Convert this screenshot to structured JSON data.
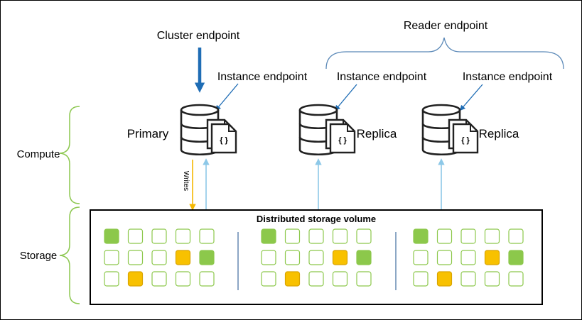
{
  "labels": {
    "cluster_endpoint": "Cluster endpoint",
    "reader_endpoint": "Reader endpoint",
    "instance_endpoint": "Instance endpoint",
    "primary": "Primary",
    "replica": "Replica",
    "writes": "Writes",
    "compute": "Compute",
    "storage": "Storage",
    "storage_volume": "Distributed storage volume",
    "doc_glyph": "{ }"
  },
  "instances": [
    {
      "role": "primary",
      "label": "Primary"
    },
    {
      "role": "replica",
      "label": "Replica"
    },
    {
      "role": "replica",
      "label": "Replica"
    }
  ],
  "storage_grid": {
    "rows": 3,
    "cols": 5,
    "groups": [
      {
        "cells": [
          [
            "green",
            "empty",
            "empty",
            "empty",
            "empty"
          ],
          [
            "empty",
            "empty",
            "empty",
            "yellow",
            "green"
          ],
          [
            "empty",
            "yellow",
            "empty",
            "empty",
            "empty"
          ]
        ]
      },
      {
        "cells": [
          [
            "green",
            "empty",
            "empty",
            "empty",
            "empty"
          ],
          [
            "empty",
            "empty",
            "empty",
            "yellow",
            "green"
          ],
          [
            "empty",
            "yellow",
            "empty",
            "empty",
            "empty"
          ]
        ]
      },
      {
        "cells": [
          [
            "green",
            "empty",
            "empty",
            "empty",
            "empty"
          ],
          [
            "empty",
            "empty",
            "empty",
            "yellow",
            "green"
          ],
          [
            "empty",
            "yellow",
            "empty",
            "empty",
            "empty"
          ]
        ]
      }
    ]
  },
  "colors": {
    "blue_arrow": "#1f6db5",
    "pointer_arrow": "#1f6db5",
    "read_line": "#8dc8e8",
    "write_line": "#f5b800",
    "brace_blue": "#5b89b8",
    "brace_green": "#8cc74f",
    "cell_green": "#8cc84b",
    "cell_yellow": "#f8c100",
    "cell_border": "#8cc84b",
    "divider": "#3f6c9e",
    "icon": "#222222"
  }
}
